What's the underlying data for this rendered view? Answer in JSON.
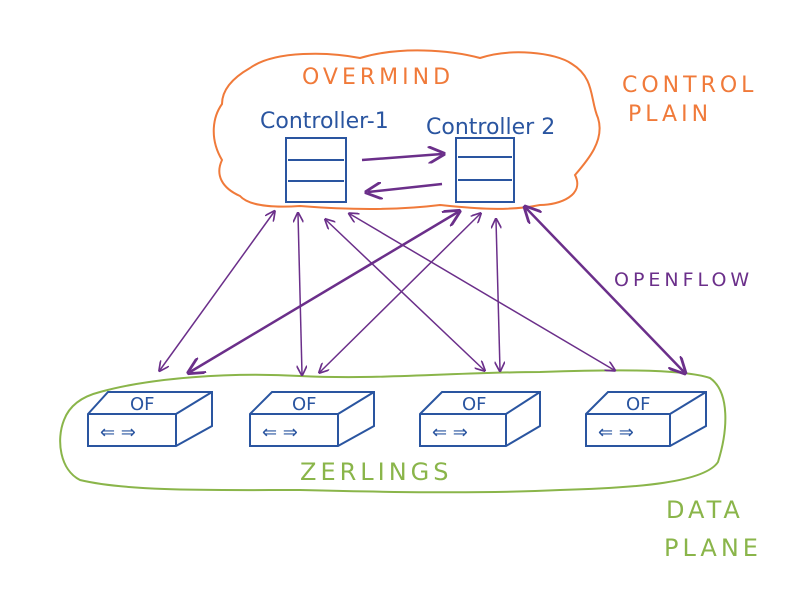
{
  "cloud_label": "OVERMIND",
  "control_plane": [
    "CONTROL",
    "PLAIN"
  ],
  "openflow_label": "OPENFLOW",
  "data_plane_group_label": "ZERLINGS",
  "data_plane": [
    "DATA",
    "PLANE"
  ],
  "controllers": [
    {
      "label": "Controller-1"
    },
    {
      "label": "Controller 2"
    }
  ],
  "switches": [
    {
      "label": "OF",
      "symbol": "⇐ ⇒"
    },
    {
      "label": "OF",
      "symbol": "⇐ ⇒"
    },
    {
      "label": "OF",
      "symbol": "⇐ ⇒"
    },
    {
      "label": "OF",
      "symbol": "⇐ ⇒"
    }
  ],
  "colors": {
    "control": "#f07a3a",
    "device": "#2a55a0",
    "link": "#6b2f8a",
    "data": "#8ab54a"
  }
}
